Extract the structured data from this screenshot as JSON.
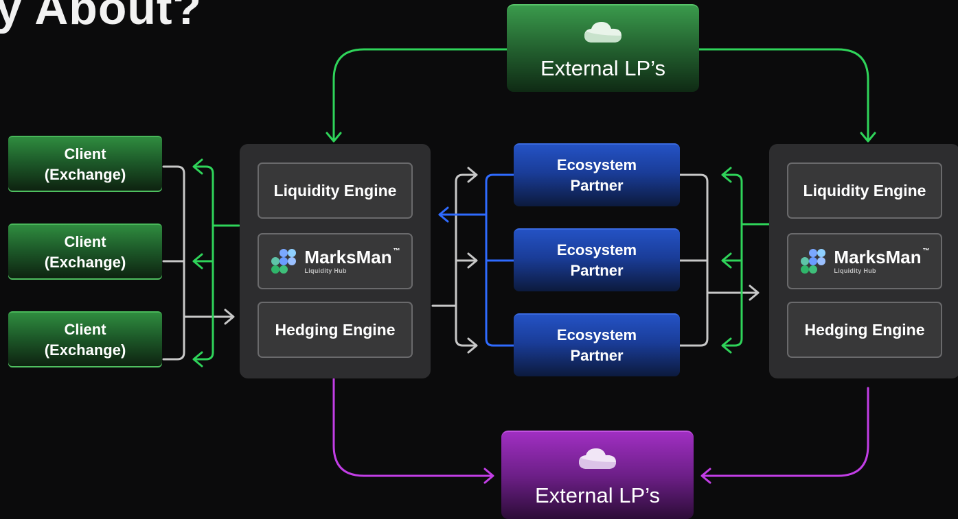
{
  "title": "y About?",
  "colors": {
    "green": "#2fd45a",
    "purple": "#c23ee6",
    "blue": "#2f6bff",
    "gray": "#c8c8c8"
  },
  "external_lp_top": {
    "label": "External LP’s",
    "icon": "cloud-icon"
  },
  "external_lp_bottom": {
    "label": "External LP’s",
    "icon": "cloud-icon"
  },
  "clients": [
    {
      "line1": "Client",
      "line2": "(Exchange)"
    },
    {
      "line1": "Client",
      "line2": "(Exchange)"
    },
    {
      "line1": "Client",
      "line2": "(Exchange)"
    }
  ],
  "hub_left": {
    "liquidity_engine": "Liquidity Engine",
    "brand_name": "MarksMan",
    "brand_tm": "™",
    "brand_sub": "Liquidity Hub",
    "hedging_engine": "Hedging Engine"
  },
  "hub_right": {
    "liquidity_engine": "Liquidity Engine",
    "brand_name": "MarksMan",
    "brand_tm": "™",
    "brand_sub": "Liquidity Hub",
    "hedging_engine": "Hedging Engine"
  },
  "partners": [
    {
      "line1": "Ecosystem",
      "line2": "Partner"
    },
    {
      "line1": "Ecosystem",
      "line2": "Partner"
    },
    {
      "line1": "Ecosystem",
      "line2": "Partner"
    }
  ]
}
